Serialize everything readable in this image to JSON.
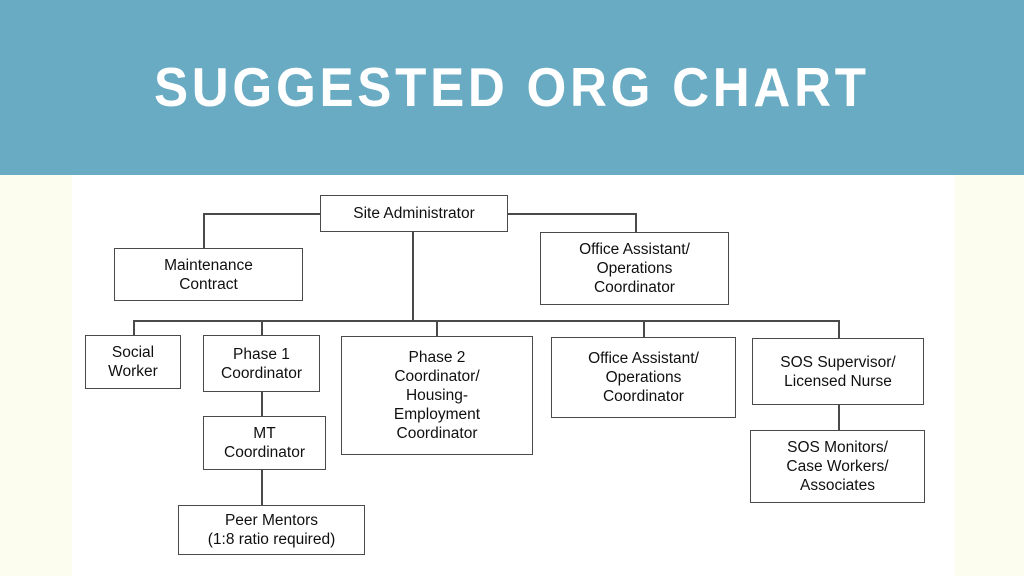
{
  "header": {
    "title": "SUGGESTED ORG CHART",
    "background_color": "#6aabc4",
    "text_color": "#ffffff"
  },
  "canvas": {
    "background_color": "#ffffff",
    "side_band_color": "#fdfdef",
    "line_color": "#4a4a4a"
  },
  "chart_data": {
    "type": "diagram",
    "title": "SUGGESTED ORG CHART",
    "nodes": [
      {
        "id": "site-administrator",
        "label": "Site Administrator",
        "level": 0
      },
      {
        "id": "maintenance-contract",
        "label": "Maintenance\nContract",
        "level": 1
      },
      {
        "id": "office-assistant-1",
        "label": "Office Assistant/\nOperations\nCoordinator",
        "level": 1
      },
      {
        "id": "social-worker",
        "label": "Social\nWorker",
        "level": 2
      },
      {
        "id": "phase-1-coordinator",
        "label": "Phase 1\nCoordinator",
        "level": 2
      },
      {
        "id": "phase-2-coordinator",
        "label": "Phase 2\nCoordinator/\nHousing-\nEmployment\nCoordinator",
        "level": 2
      },
      {
        "id": "office-assistant-2",
        "label": "Office Assistant/\nOperations\nCoordinator",
        "level": 2
      },
      {
        "id": "sos-supervisor",
        "label": "SOS Supervisor/\nLicensed Nurse",
        "level": 2
      },
      {
        "id": "mt-coordinator",
        "label": "MT\nCoordinator",
        "level": 3
      },
      {
        "id": "sos-monitors",
        "label": "SOS Monitors/\nCase Workers/\nAssociates",
        "level": 3
      },
      {
        "id": "peer-mentors",
        "label": "Peer Mentors\n(1:8 ratio required)",
        "level": 4
      }
    ],
    "edges": [
      {
        "from": "site-administrator",
        "to": "maintenance-contract"
      },
      {
        "from": "site-administrator",
        "to": "office-assistant-1"
      },
      {
        "from": "site-administrator",
        "to": "social-worker"
      },
      {
        "from": "site-administrator",
        "to": "phase-1-coordinator"
      },
      {
        "from": "site-administrator",
        "to": "phase-2-coordinator"
      },
      {
        "from": "site-administrator",
        "to": "office-assistant-2"
      },
      {
        "from": "site-administrator",
        "to": "sos-supervisor"
      },
      {
        "from": "phase-1-coordinator",
        "to": "mt-coordinator"
      },
      {
        "from": "mt-coordinator",
        "to": "peer-mentors"
      },
      {
        "from": "sos-supervisor",
        "to": "sos-monitors"
      }
    ]
  }
}
